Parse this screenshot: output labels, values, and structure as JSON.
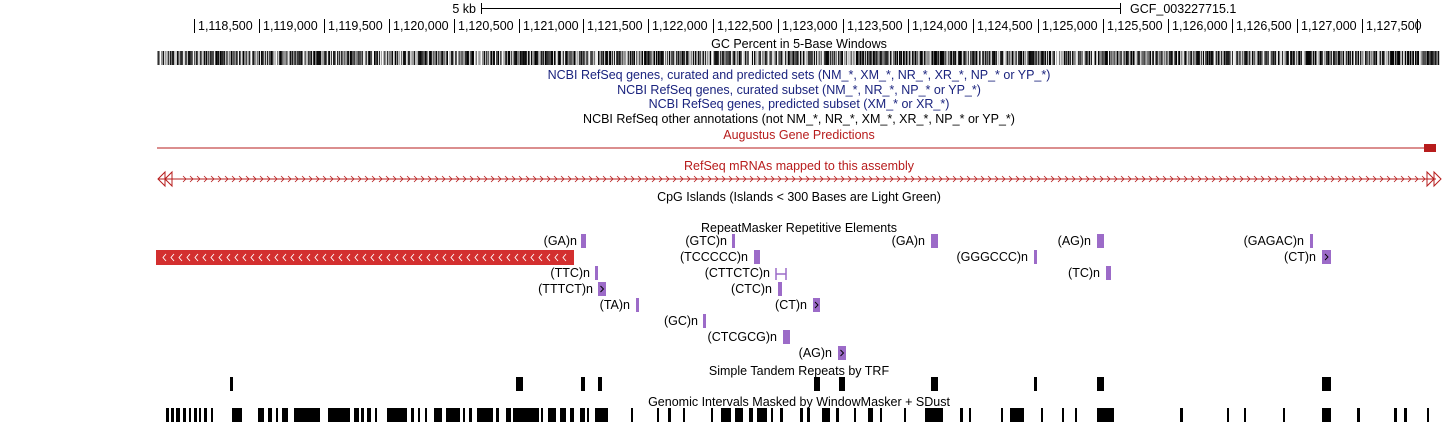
{
  "ruler": {
    "scale_label": "5 kb",
    "assembly_label": "GCF_003227715.1",
    "ticks": [
      "1,118,500",
      "1,119,000",
      "1,119,500",
      "1,120,000",
      "1,120,500",
      "1,121,000",
      "1,121,500",
      "1,122,000",
      "1,122,500",
      "1,123,000",
      "1,123,500",
      "1,124,000",
      "1,124,500",
      "1,125,000",
      "1,125,500",
      "1,126,000",
      "1,126,500",
      "1,127,000",
      "1,127,500"
    ]
  },
  "tracks": {
    "gc_percent": "GC Percent in 5-Base Windows",
    "refseq_all": "NCBI RefSeq genes, curated and predicted sets (NM_*, XM_*, NR_*, XR_*, NP_* or YP_*)",
    "refseq_curated": "NCBI RefSeq genes, curated subset (NM_*, NR_*, NP_* or YP_*)",
    "refseq_predicted": "NCBI RefSeq genes, predicted subset (XM_* or XR_*)",
    "refseq_other": "NCBI RefSeq other annotations (not NM_*, NR_*, XM_*, XR_*, NP_* or YP_*)",
    "augustus": "Augustus Gene Predictions",
    "refseq_mrna": "RefSeq mRNAs mapped to this assembly",
    "cpg": "CpG Islands (Islands < 300 Bases are Light Green)",
    "repeatmasker": "RepeatMasker Repetitive Elements",
    "simple_repeats": "Simple Tandem Repeats by TRF",
    "windowmasker": "Genomic Intervals Masked by WindowMasker + SDust"
  },
  "repeat_labels": [
    "(GA)n",
    "(GTC)n",
    "(GA)n",
    "(AG)n",
    "(GAGAC)n",
    "(TCCCCC)n",
    "(GGGCCC)n",
    "(CT)n",
    "(TTC)n",
    "(CTTCTC)n",
    "(TC)n",
    "(TTTCT)n",
    "(CTC)n",
    "(TA)n",
    "(CT)n",
    "(GC)n",
    "(CTCGCG)n",
    "(AG)n"
  ],
  "colors": {
    "refseq_blue": "#1a237e",
    "augustus_red": "#b71c1c",
    "repeat_purple": "#9c6bc8",
    "big_repeat_red": "#d32f2f"
  }
}
